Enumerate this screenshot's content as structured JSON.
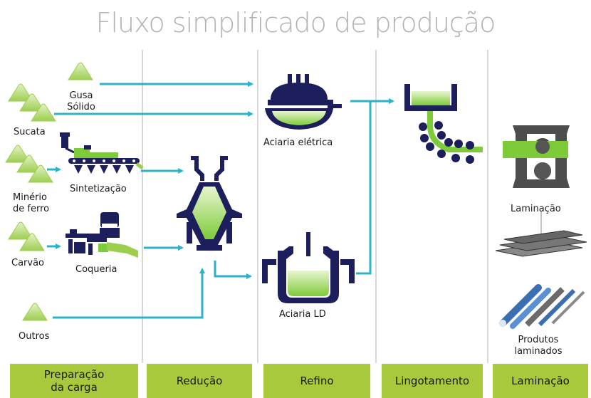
{
  "title": "Fluxo simplificado de produção",
  "stages": [
    {
      "line1": "Preparação",
      "line2": "da carga"
    },
    {
      "line1": "Redução",
      "line2": ""
    },
    {
      "line1": "Refino",
      "line2": ""
    },
    {
      "line1": "Lingotamento",
      "line2": ""
    },
    {
      "line1": "Laminação",
      "line2": ""
    }
  ],
  "inputs": {
    "gusa_line1": "Gusa",
    "gusa_line2": "Sólido",
    "sucata": "Sucata",
    "minerio_line1": "Minério",
    "minerio_line2": "de ferro",
    "carvao": "Carvão",
    "outros": "Outros"
  },
  "processes": {
    "sinterizacao": "Sintetização",
    "coqueria": "Coqueria",
    "aciaria_eletrica": "Aciaria elétrica",
    "aciaria_ld": "Aciaria LD",
    "laminacao": "Laminação",
    "produtos_line1": "Produtos",
    "produtos_line2": "laminados"
  },
  "colors": {
    "arrow": "#2eb3c6",
    "navy": "#1d1e5c",
    "green": "#7ecb3a",
    "light_green": "#c8e6a0",
    "stage_bar": "#a9c93c",
    "divider": "#d8d8d8",
    "title": "#b3b3b3"
  }
}
